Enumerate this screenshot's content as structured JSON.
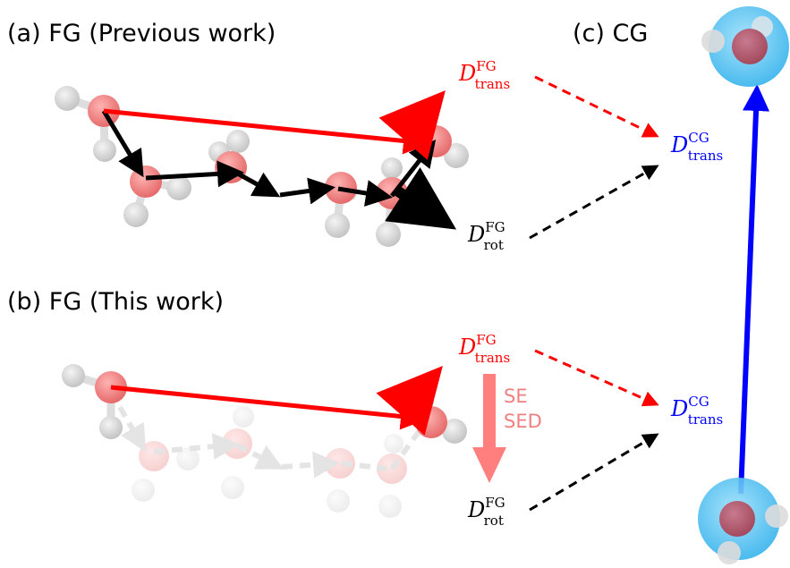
{
  "panels": {
    "a": "(a) FG (Previous work)",
    "b": "(b) FG (This work)",
    "c": "(c) CG"
  },
  "labels": {
    "D": "D",
    "fg": "FG",
    "cg": "CG",
    "trans": "trans",
    "rot": "rot"
  },
  "relation": {
    "line1": "SE",
    "line2": "SED"
  },
  "colors": {
    "red": "#ff0000",
    "blue": "#0000ff",
    "black": "#000000",
    "pink": "#f08080",
    "oxygen": "#f07e7e",
    "hydrogen": "#d6d6d6",
    "cg_shell": "#5ec8f2"
  }
}
